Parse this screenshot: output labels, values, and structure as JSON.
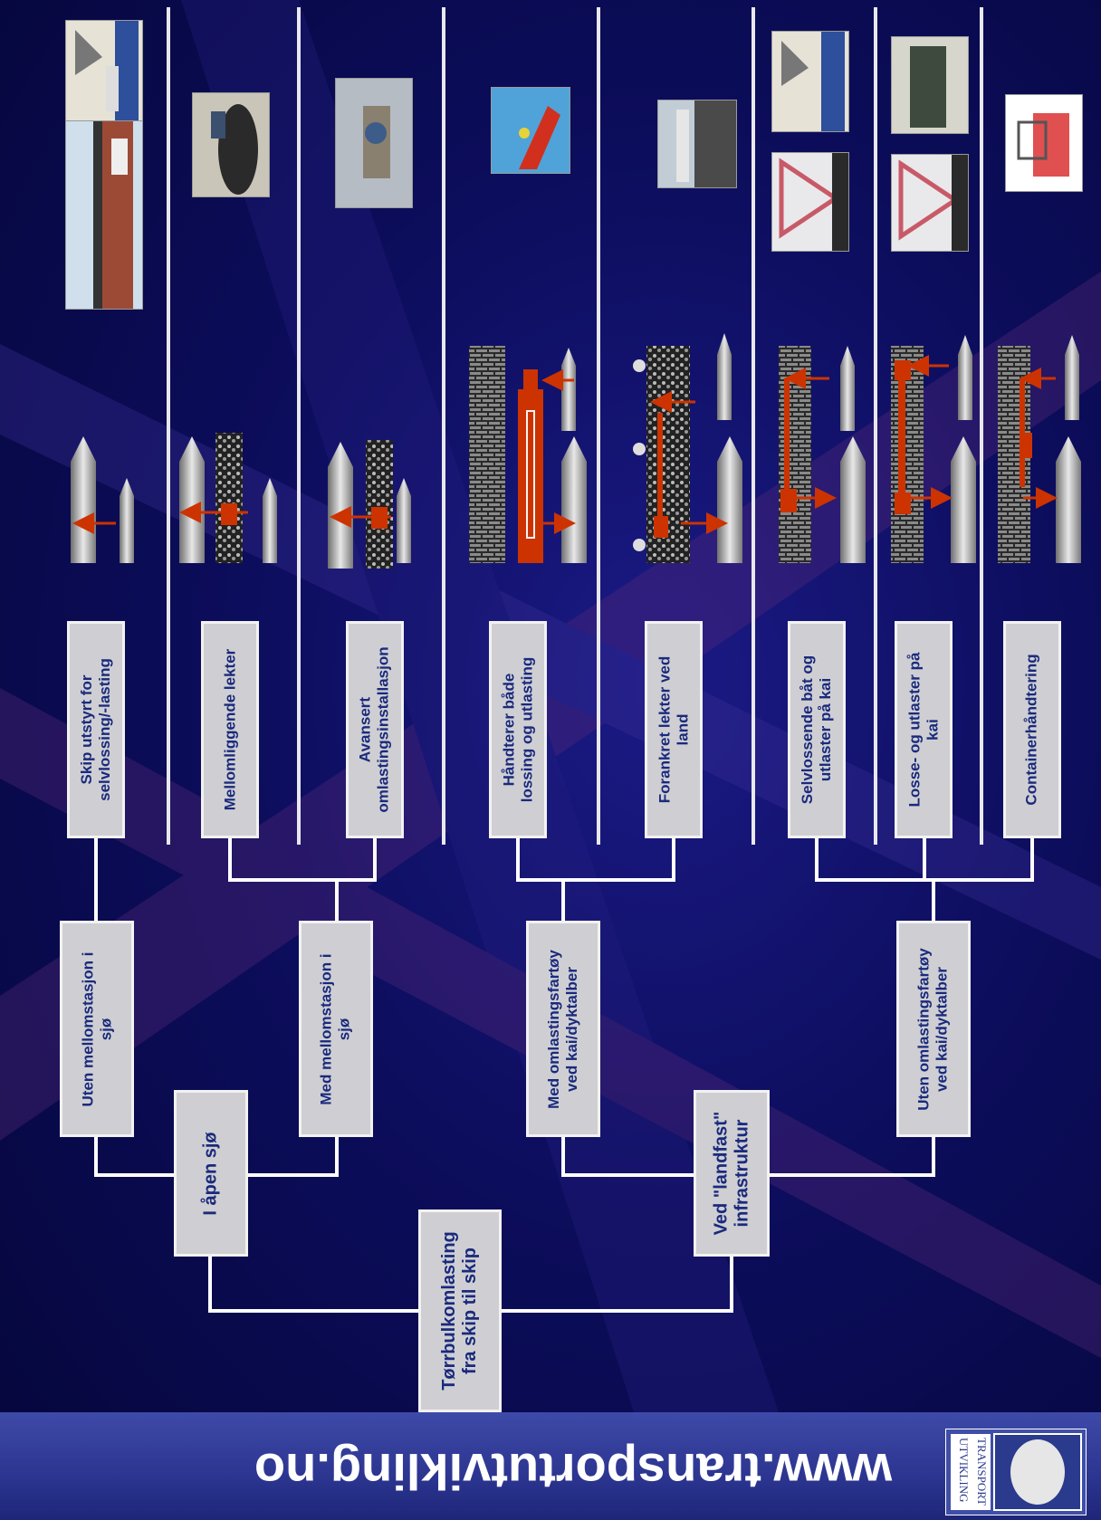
{
  "footer": {
    "url": "www.transportutvikling.no",
    "logo_line1": "TRANSPORT",
    "logo_line2": "UTVIKLING"
  },
  "tree": {
    "root": "Tørrbulkomlasting\nfra skip til skip",
    "level1": [
      "I åpen sjø",
      "Ved \"landfast\"\ninfrastruktur"
    ],
    "level2": [
      "Uten mellomstasjon i\nsjø",
      "Med mellomstasjon i\nsjø",
      "Med omlastingsfartøy\nved kai/dyktalber",
      "Uten omlastingsfartøy\nved kai/dyktalber"
    ],
    "level3": [
      "Skip utstyrt for\nselvlossing/-lasting",
      "Mellomliggende lekter",
      "Avansert\nomlastingsinstallasjon",
      "Håndterer både\nlossing og utlasting",
      "Forankret lekter ved\nland",
      "Selvlossende båt og\nutlaster på kai",
      "Losse- og utlaster på\nkai",
      "Containerhåndtering"
    ]
  },
  "colors": {
    "background": "#0c0d5c",
    "box": "#cfcfd3",
    "box_text": "#1a2a7c",
    "arrow": "#cc3300",
    "footer": "#2c3590"
  },
  "icons": [
    "ship-icon",
    "barge-icon",
    "quay-icon",
    "crane-icon",
    "photo-icon",
    "logo-icon"
  ]
}
